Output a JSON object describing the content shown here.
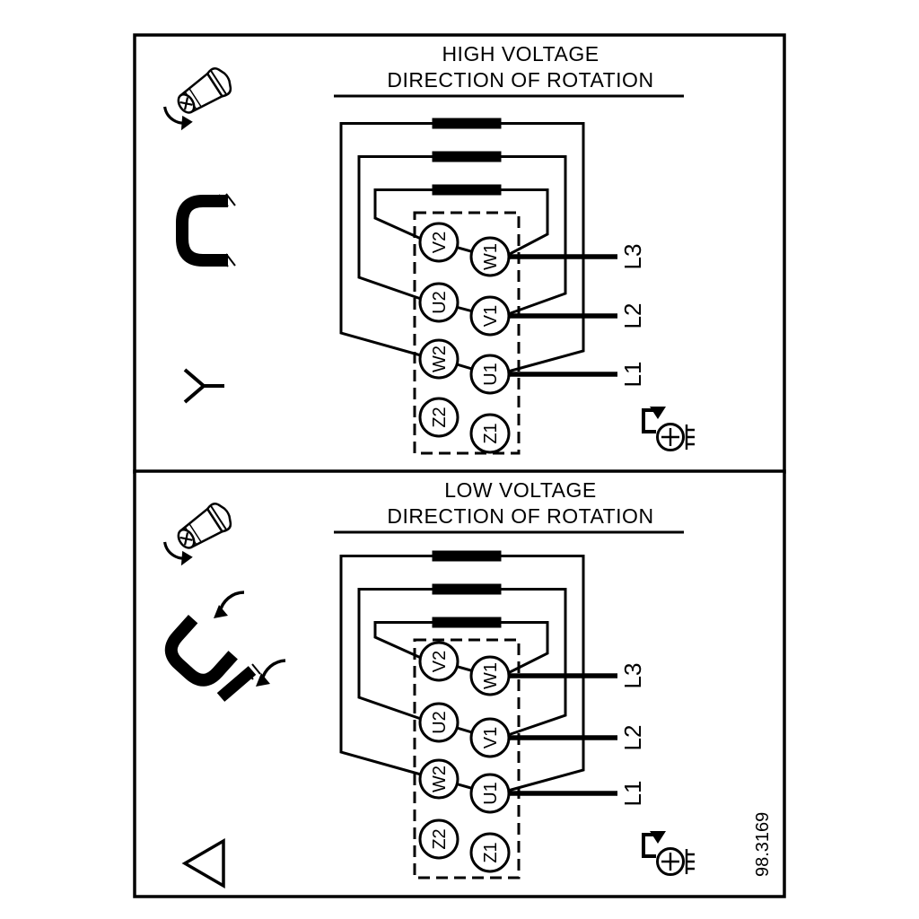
{
  "drawing_number": "98.3169",
  "panels": [
    {
      "title_line1": "HIGH VOLTAGE",
      "title_line2": "DIRECTION OF ROTATION",
      "connection": "star",
      "terminals_left": [
        "V2",
        "U2",
        "W2",
        "Z2"
      ],
      "terminals_right": [
        "W1",
        "V1",
        "U1",
        "Z1"
      ],
      "supply_lines": [
        "L3",
        "L2",
        "L1"
      ]
    },
    {
      "title_line1": "LOW VOLTAGE",
      "title_line2": "DIRECTION OF ROTATION",
      "connection": "delta",
      "terminals_left": [
        "V2",
        "U2",
        "W2",
        "Z2"
      ],
      "terminals_right": [
        "W1",
        "V1",
        "U1",
        "Z1"
      ],
      "supply_lines": [
        "L3",
        "L2",
        "L1"
      ]
    }
  ],
  "icons": {
    "screw": "screw-rotation-icon",
    "link_high": "terminal-link-icon",
    "link_low": "terminal-links-rearranged-icon",
    "star": "star-connection-symbol",
    "delta": "delta-connection-symbol",
    "terminal_screw": "terminal-screw-icon"
  },
  "colors": {
    "line": "#000000",
    "background": "#ffffff"
  }
}
